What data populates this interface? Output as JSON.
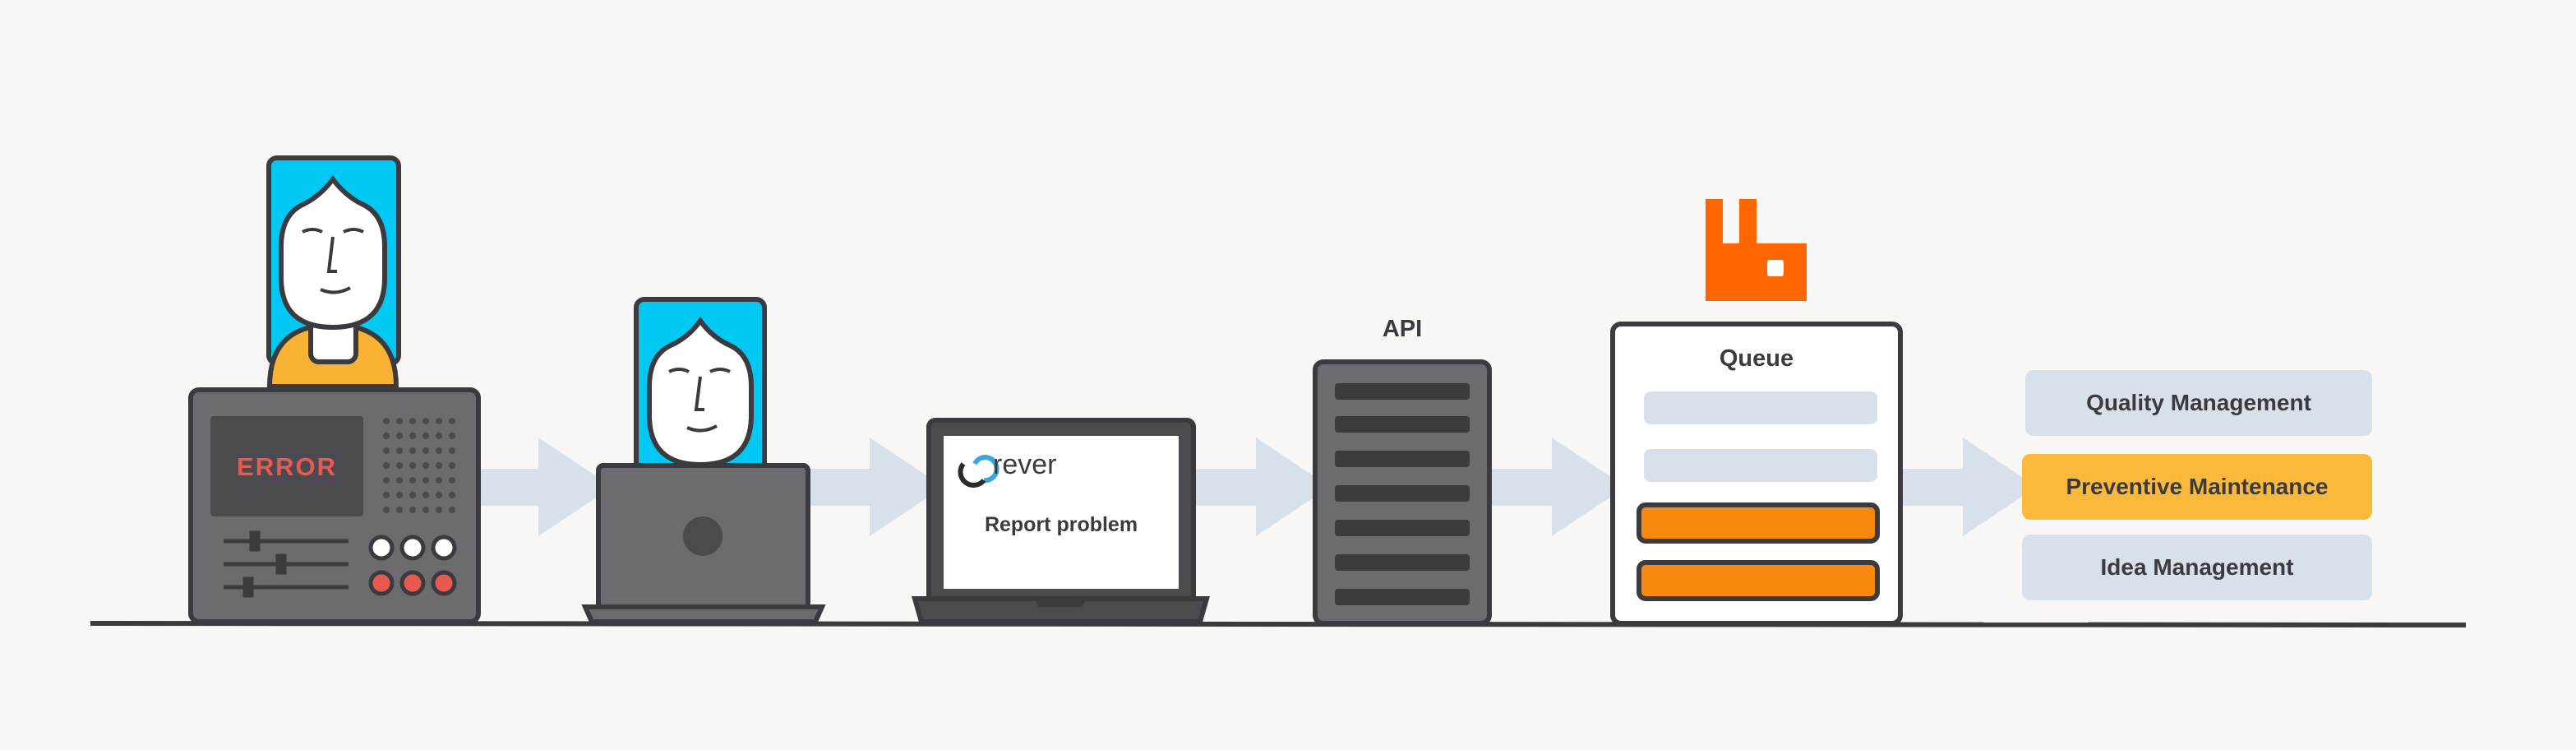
{
  "colors": {
    "background": "#f8f7f6",
    "outline": "#3b3b3f",
    "device_gray": "#6b6b70",
    "screen_dark": "#4a4a4f",
    "avatar_blue": "#00c8f2",
    "shirt_orange": "#f9b233",
    "error_red": "#e85a4f",
    "flow_arrow": "#d8e1ea",
    "queue_orange": "#f7890f",
    "rabbit_orange": "#ff6600",
    "highlight_yellow": "#fbb93c",
    "category_bg": "#d8e1ea"
  },
  "machine": {
    "screen_text": "ERROR"
  },
  "laptop": {
    "brand": "rever",
    "message": "Report problem"
  },
  "api": {
    "label": "API"
  },
  "queue": {
    "label": "Queue",
    "rabbit_logo": "rabbitmq-icon"
  },
  "categories": [
    {
      "label": "Quality Management",
      "highlighted": false
    },
    {
      "label": "Preventive Maintenance",
      "highlighted": true
    },
    {
      "label": "Idea Management",
      "highlighted": false
    }
  ]
}
